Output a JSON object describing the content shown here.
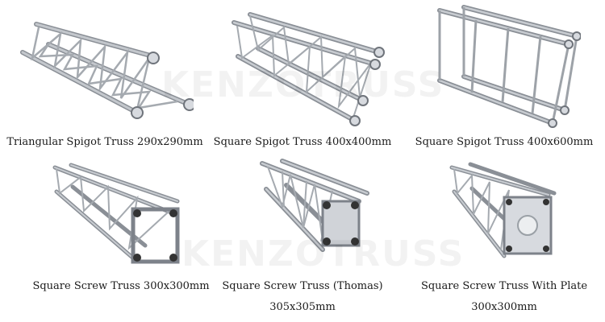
{
  "watermark": "KENZOTRUSS",
  "colors": {
    "metal_light": "#e4e6e9",
    "metal_mid": "#b8bcc2",
    "metal_dark": "#7b8087",
    "caption": "#1a1a1a"
  },
  "products": [
    {
      "name": "Triangular Spigot Truss 290x290mm",
      "name2": ""
    },
    {
      "name": "Square Spigot Truss 400x400mm",
      "name2": ""
    },
    {
      "name": "Square Spigot Truss 400x600mm",
      "name2": ""
    },
    {
      "name": "Square Screw Truss 300x300mm",
      "name2": ""
    },
    {
      "name": "Square Screw Truss (Thomas)",
      "name2": "305x305mm"
    },
    {
      "name": "Square Screw Truss With Plate",
      "name2": "300x300mm"
    }
  ]
}
